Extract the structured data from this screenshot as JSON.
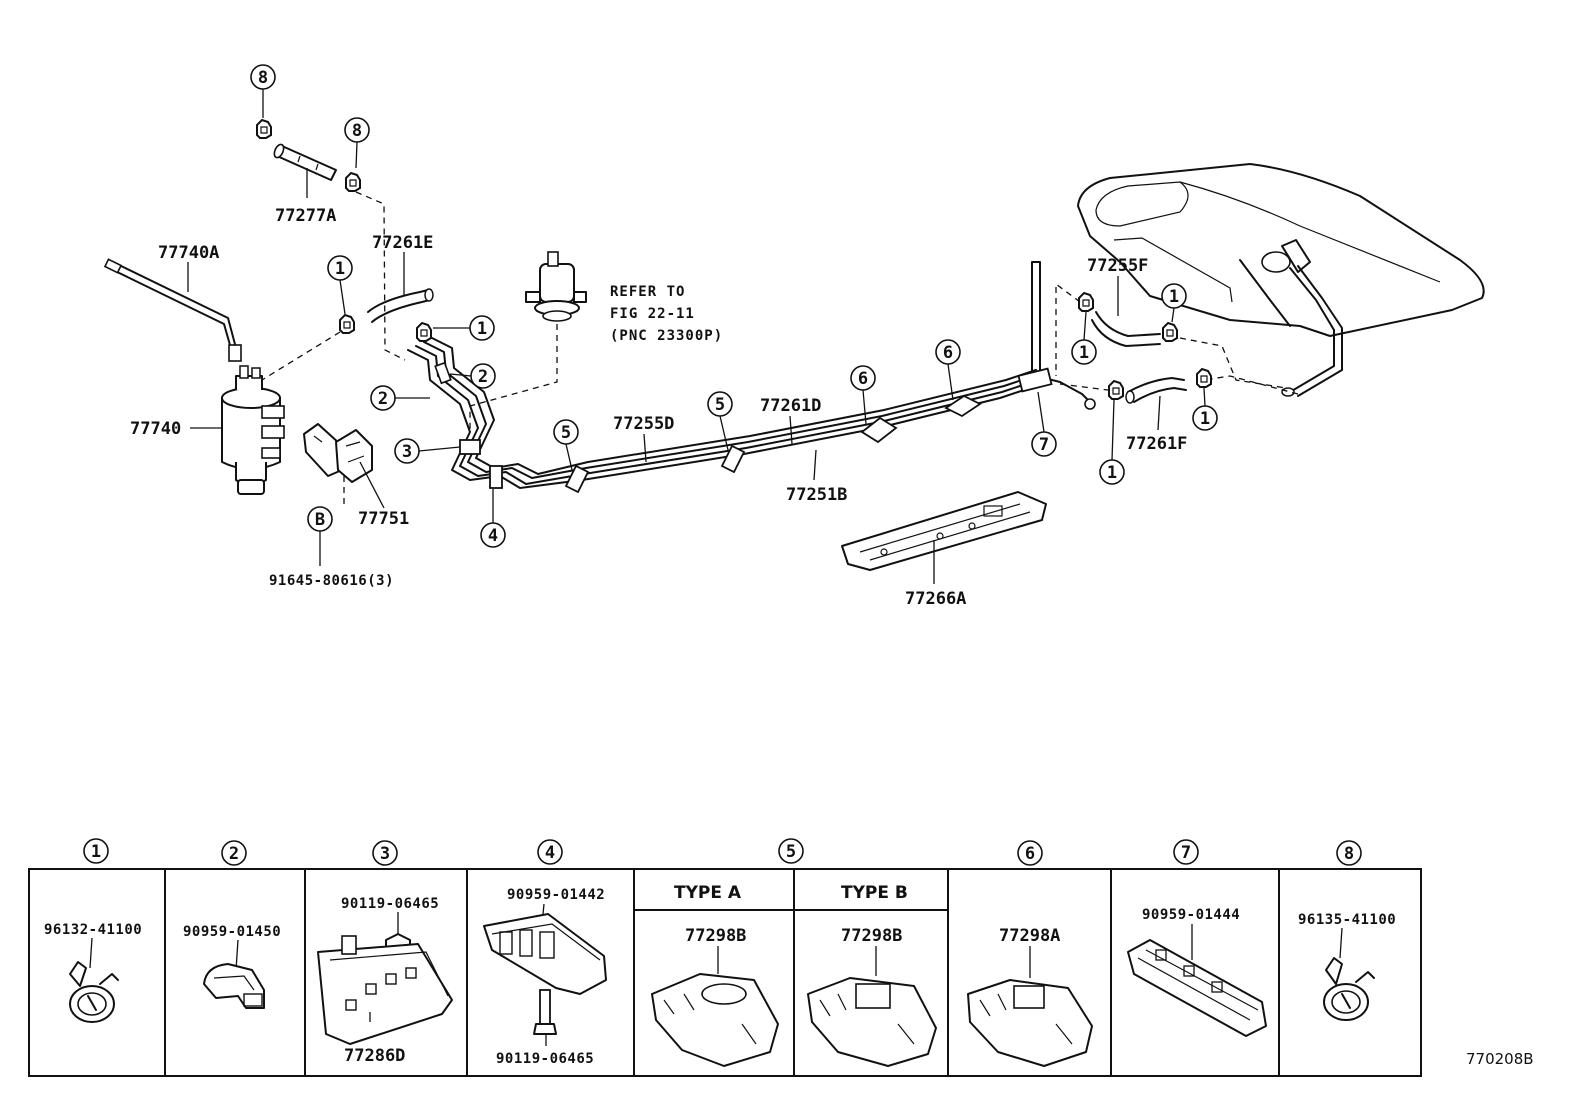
{
  "labels": {
    "p77277A": "77277A",
    "p77740A": "77740A",
    "p77261E": "77261E",
    "p77740": "77740",
    "p77751": "77751",
    "bolt": "91645-80616(3)",
    "p77255D": "77255D",
    "p77261D": "77261D",
    "p77251B": "77251B",
    "p77255F": "77255F",
    "p77261F": "77261F",
    "p77266A": "77266A",
    "refer1": "REFER TO",
    "refer2": "FIG 22-11",
    "refer3": "(PNC 23300P)",
    "fig_code": "770208B"
  },
  "callouts": {
    "c1": "1",
    "c2": "2",
    "c3": "3",
    "c4": "4",
    "c5": "5",
    "c6": "6",
    "c7": "7",
    "c8": "8",
    "cB": "B"
  },
  "legend": {
    "headers": [
      "1",
      "2",
      "3",
      "4",
      "5",
      "6",
      "7",
      "8"
    ],
    "type_a": "TYPE A",
    "type_b": "TYPE B",
    "parts": {
      "c1": "96132-41100",
      "c2": "90959-01450",
      "c3_bolt": "90119-06465",
      "c3_clamp": "77286D",
      "c4_top": "90959-01442",
      "c4_bolt": "90119-06465",
      "c5a": "77298B",
      "c5b": "77298B",
      "c6": "77298A",
      "c7": "90959-01444",
      "c8": "96135-41100"
    }
  }
}
